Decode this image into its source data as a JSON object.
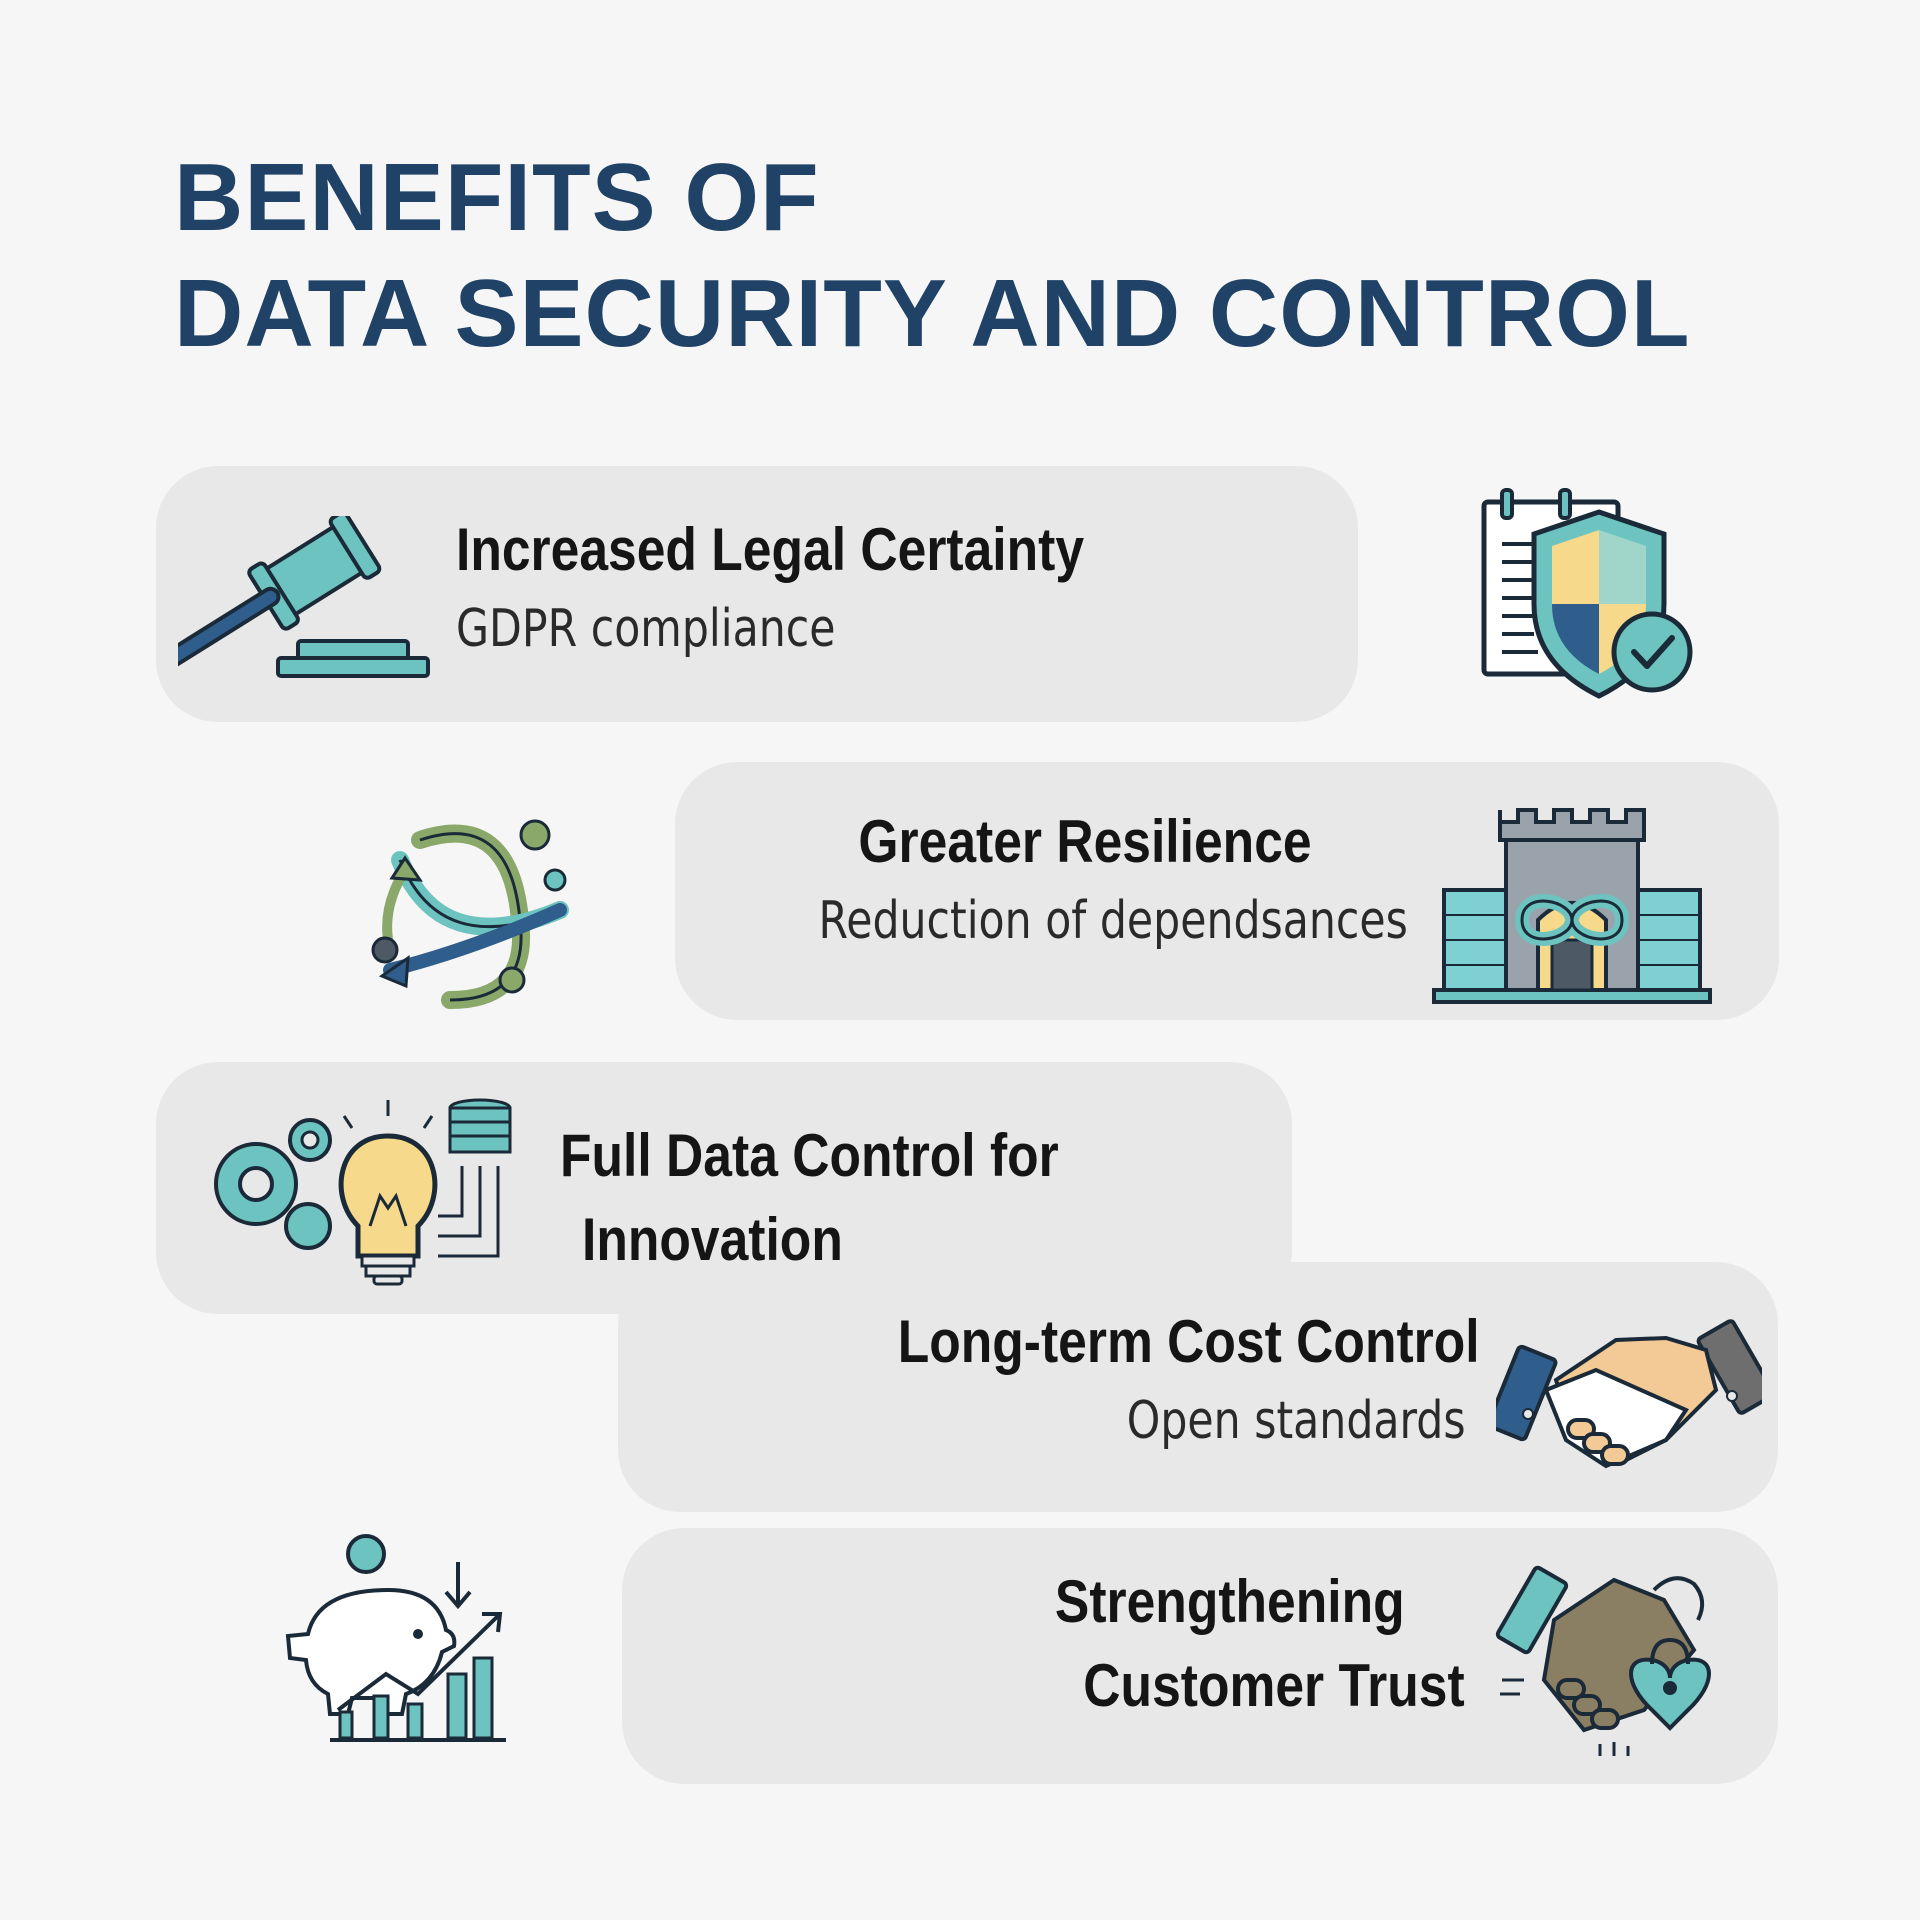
{
  "title": {
    "line1": "BENEFITS OF",
    "line2": "DATA SECURITY AND CONTROL"
  },
  "colors": {
    "title": "#1f4266",
    "card": "#e8e8e8",
    "teal": "#6cc3bf",
    "navy": "#2f5d8c",
    "olive": "#8aa86a",
    "yellow": "#f6d98a"
  },
  "benefits": [
    {
      "heading": "Increased Legal Certainty",
      "subtitle": "GDPR compliance",
      "icons": [
        "gavel-icon",
        "shield-document-icon"
      ]
    },
    {
      "heading": "Greater Resilience",
      "subtitle": "Reduction of dependsances",
      "icons": [
        "network-arrows-icon",
        "castle-icon"
      ]
    },
    {
      "heading_line1": "Full Data Control for",
      "heading_line2": "Innovation",
      "icons": [
        "lightbulb-gears-icon"
      ]
    },
    {
      "heading": "Long-term Cost Control",
      "subtitle": "Open standards",
      "icons": [
        "handshake-icon"
      ]
    },
    {
      "heading_line1": "Strengthening",
      "heading_line2": "Customer Trust",
      "icons": [
        "piggy-bank-chart-icon",
        "handshake-lock-icon"
      ]
    }
  ]
}
